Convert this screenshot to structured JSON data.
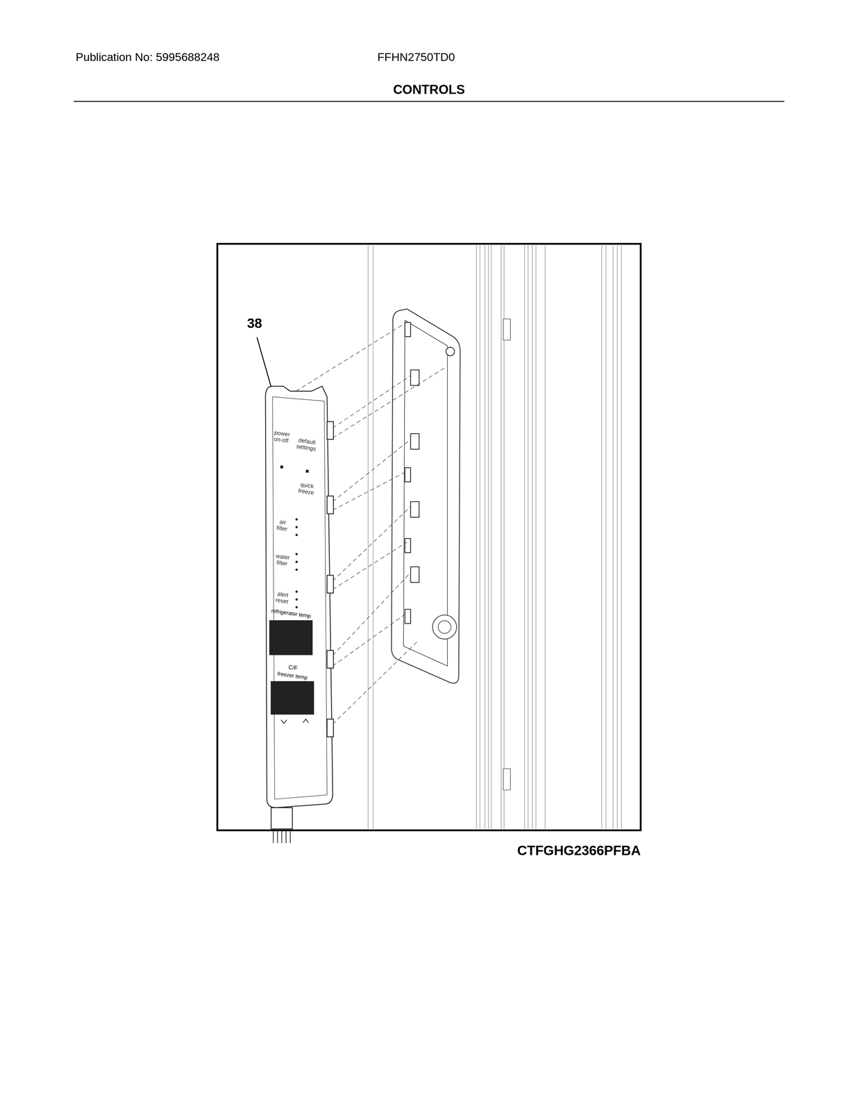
{
  "diagram": {
    "title": "CONTROLS",
    "labels": [
      "Publication No: 5995688248",
      "FFHN2750TD0",
      "38",
      "power on-off",
      "default settings",
      "quick freeze",
      "air filter",
      "water filter",
      "alert reset",
      "refrigerator temp",
      "C/F",
      "freezer temp",
      "CTFGHG2366PFBA"
    ]
  }
}
